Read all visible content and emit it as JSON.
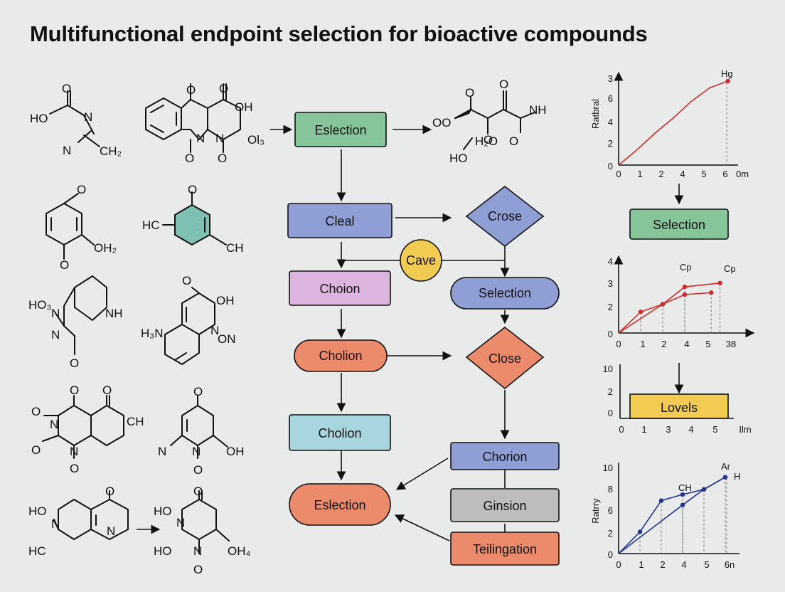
{
  "title": "Multifunctional endpoint selection for bioactive compounds",
  "colors": {
    "green": "#86c59a",
    "blue": "#8f9fd6",
    "pink": "#dcb5de",
    "orange": "#ec8a6c",
    "yellow": "#f2cb52",
    "cyan": "#a7d6df",
    "gray": "#bdbdbd",
    "chart_red": "#cf2b2b",
    "chart_blue": "#23348e"
  },
  "molecules": {
    "m1": [
      "O",
      "HO",
      "N",
      "N",
      "CH₂"
    ],
    "m2": [
      "O",
      "O",
      "OH",
      "N",
      "N",
      "O",
      "O",
      "Ol₃"
    ],
    "m3": [
      "O",
      "O",
      "OH₂"
    ],
    "m4": [
      "O",
      "HC",
      "CH"
    ],
    "m5": [
      "HO₃",
      "N",
      "N",
      "NH",
      "O"
    ],
    "m6": [
      "O",
      "OH",
      "H₃N",
      "N",
      "ON"
    ],
    "m7": [
      "O",
      "O",
      "O",
      "N",
      "CH",
      "O",
      "N",
      "O"
    ],
    "m8": [
      "O",
      "N",
      "N",
      "OH",
      "O"
    ],
    "m9": [
      "O",
      "HO",
      "N",
      "HC",
      "N"
    ],
    "m10": [
      "O",
      "HO",
      "N",
      "HO",
      "N",
      "OH₄",
      "O"
    ],
    "m11": [
      "O",
      "O",
      "OO",
      "NH",
      "O",
      "HO",
      "H₂O",
      "O"
    ]
  },
  "flow": {
    "eslection_top": "Eslection",
    "cleal": "Cleal",
    "crose": "Crose",
    "cave": "Cave",
    "choion": "Choion",
    "selection_mid": "Selection",
    "cholion1": "Cholion",
    "close": "Close",
    "cholion2": "Cholion",
    "chorion": "Chorion",
    "eslection_bottom": "Eslection",
    "ginsion": "Ginsion",
    "teilingation": "Teilingation"
  },
  "right": {
    "selection_box": "Selection",
    "levels_box": "Lovels"
  },
  "chart_data": [
    {
      "type": "line",
      "ylabel": "Ratbral",
      "xlabel": "0m",
      "x_ticks": [
        "0",
        "1",
        "2",
        "4",
        "5",
        "6"
      ],
      "y_ticks": [
        "0",
        "2",
        "4",
        "6",
        "3"
      ],
      "annotations": [
        "Hg"
      ],
      "series": [
        {
          "name": "",
          "x": [
            0,
            1,
            2,
            3,
            4,
            5,
            6
          ],
          "y": [
            0,
            0.9,
            1.9,
            2.8,
            3.8,
            4.6,
            5.0
          ]
        }
      ]
    },
    {
      "type": "line",
      "ylabel": "",
      "xlabel": "",
      "x_ticks": [
        "0",
        "1",
        "2",
        "4",
        "5",
        "38"
      ],
      "y_ticks": [
        "0",
        "2",
        "3",
        "4"
      ],
      "annotations": [
        "Cp",
        "Cp"
      ],
      "series": [
        {
          "name": "",
          "x": [
            0,
            1,
            2,
            3,
            4.6
          ],
          "y": [
            0,
            1.1,
            1.5,
            2.4,
            2.6
          ]
        },
        {
          "name": "",
          "x": [
            0,
            2,
            3,
            4.2
          ],
          "y": [
            0,
            1.5,
            2.0,
            2.1
          ]
        }
      ]
    },
    {
      "type": "bar",
      "ylabel": "",
      "xlabel": "Ilm",
      "x_ticks": [
        "0",
        "1",
        "3",
        "4",
        "5"
      ],
      "y_ticks": [
        "0",
        "2",
        "10"
      ],
      "annotations": []
    },
    {
      "type": "line",
      "ylabel": "Ratrry",
      "xlabel": "",
      "x_ticks": [
        "0",
        "1",
        "2",
        "4",
        "5",
        "6n"
      ],
      "y_ticks": [
        "0",
        "2",
        "6",
        "8",
        "10"
      ],
      "annotations": [
        "CH",
        "Ar",
        "H"
      ],
      "series": [
        {
          "name": "",
          "x": [
            0,
            1,
            2,
            3,
            4,
            5
          ],
          "y": [
            0,
            2.5,
            6.1,
            6.8,
            7.4,
            8.8
          ]
        },
        {
          "name": "",
          "x": [
            0,
            3,
            4,
            5
          ],
          "y": [
            0,
            5.6,
            7.4,
            8.8
          ]
        }
      ]
    }
  ]
}
